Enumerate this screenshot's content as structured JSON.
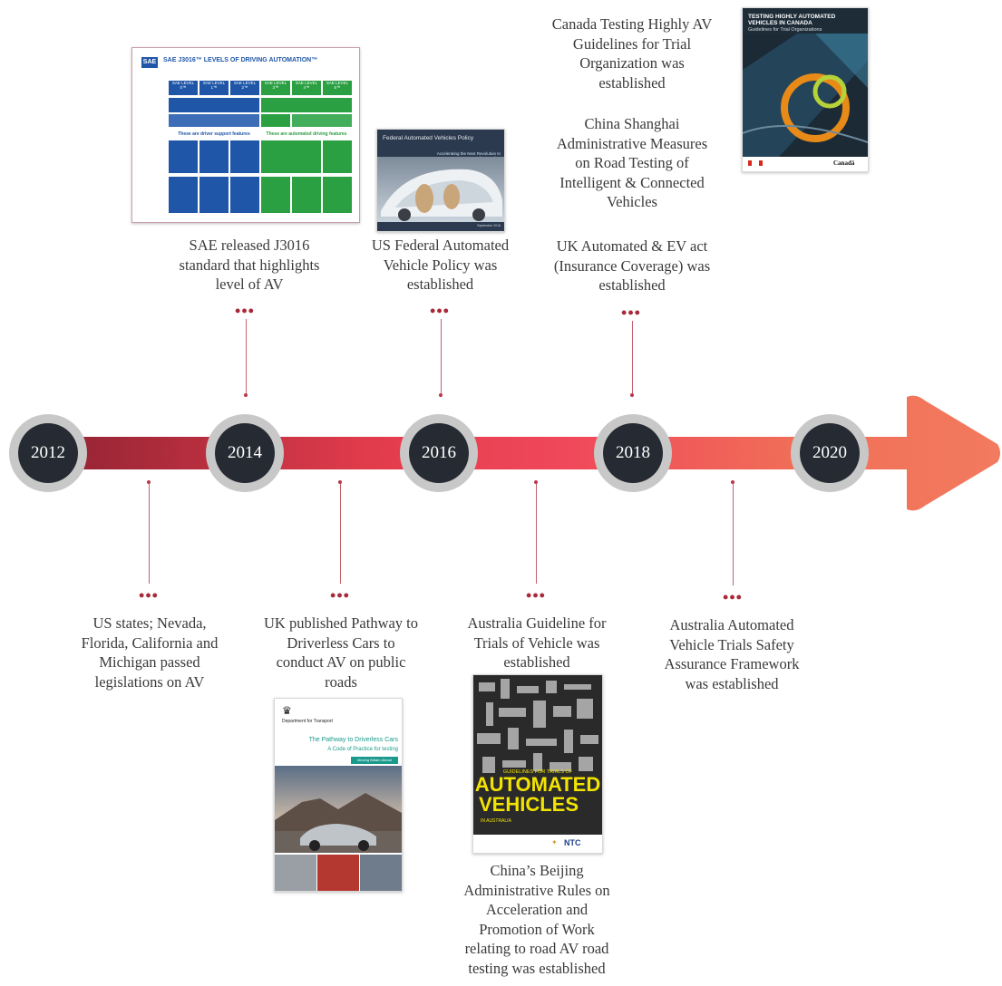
{
  "years": [
    "2012",
    "2014",
    "2016",
    "2018",
    "2020"
  ],
  "events_above": [
    {
      "lines": [
        "SAE released J3016",
        "standard  that highlights",
        "level of AV"
      ]
    },
    {
      "lines": [
        "US Federal Automated",
        "Vehicle Policy was",
        "established"
      ]
    },
    {
      "lines": [
        "Canada Testing Highly AV",
        "Guidelines for Trial",
        "Organization was",
        "established"
      ]
    },
    {
      "lines": [
        "China Shanghai",
        "Administrative Measures",
        "on Road Testing of",
        "Intelligent & Connected",
        "Vehicles"
      ]
    },
    {
      "lines": [
        "UK Automated & EV act",
        "(Insurance Coverage) was",
        "established"
      ]
    }
  ],
  "events_below": [
    {
      "lines": [
        "US states; Nevada,",
        "Florida, California and",
        "Michigan passed",
        "legislations on AV"
      ]
    },
    {
      "lines": [
        "UK published Pathway to",
        "Driverless Cars  to",
        "conduct AV on public",
        "roads"
      ]
    },
    {
      "lines": [
        "Australia Guideline for",
        "Trials of Vehicle was",
        "established"
      ]
    },
    {
      "lines": [
        "China’s Beijing",
        "Administrative Rules on",
        "Acceleration and",
        "Promotion of Work",
        "relating to road AV road",
        "testing was established"
      ]
    },
    {
      "lines": [
        "Australia Automated",
        "Vehicle Trials Safety",
        "Assurance Framework",
        "was established"
      ]
    }
  ],
  "documents": {
    "sae": {
      "logo": "SAE",
      "title": "SAE J3016™ LEVELS OF DRIVING AUTOMATION™",
      "levels": [
        "SAE LEVEL 0™",
        "SAE LEVEL 1™",
        "SAE LEVEL 2™",
        "SAE LEVEL 3™",
        "SAE LEVEL 4™",
        "SAE LEVEL 5™"
      ],
      "left_header": "These are driver support features",
      "right_header": "These are automated driving features"
    },
    "us_policy": {
      "title": "Federal Automated Vehicles Policy",
      "subtitle": "Accelerating the Next Revolution In Roadway Safety",
      "date": "September 2016"
    },
    "uk_pathway": {
      "dept": "Department for Transport",
      "title": "The Pathway to Driverless Cars",
      "subtitle": "A Code of Practice for testing",
      "tag": "Moving Britain Ahead"
    },
    "aus_guide": {
      "small": "GUIDELINES FOR TRIALS OF",
      "title1": "AUTOMATED",
      "title2": "VEHICLES",
      "region": "IN AUSTRALIA",
      "logo": "NTC"
    },
    "canada": {
      "title1": "TESTING HIGHLY AUTOMATED",
      "title2": "VEHICLES IN CANADA",
      "subtitle": "Guidelines for Trial Organizations",
      "wordmark": "Canadä"
    }
  },
  "colors": {
    "arrow_start": "#8e2232",
    "arrow_mid": "#e8404f",
    "arrow_end": "#f27a5e",
    "year_ring": "#c8c8c8",
    "year_fill": "#262b33",
    "dots": "#a8293a"
  }
}
